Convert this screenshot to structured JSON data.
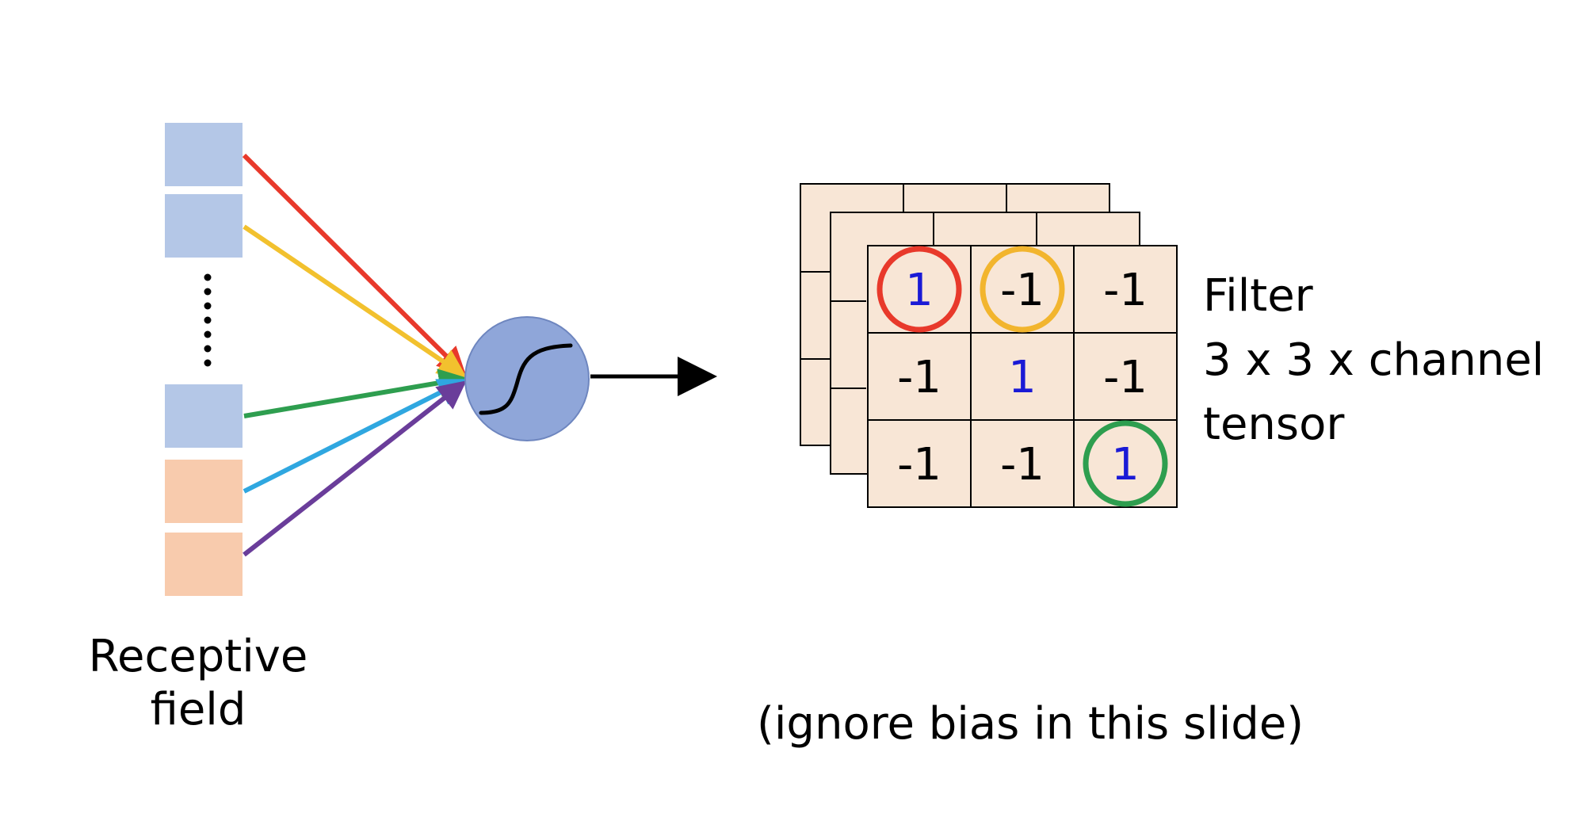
{
  "receptive_field": {
    "label_line1": "Receptive",
    "label_line2": "field",
    "blocks": [
      {
        "color": "#b4c7e7"
      },
      {
        "color": "#b4c7e7"
      },
      {
        "color": "#b4c7e7"
      },
      {
        "color": "#f8cbad"
      },
      {
        "color": "#f8cbad"
      }
    ]
  },
  "connections": [
    {
      "color": "#e8392b"
    },
    {
      "color": "#f2c12e"
    },
    {
      "color": "#2e9e4f"
    },
    {
      "color": "#2fa7e0"
    },
    {
      "color": "#6a3d9a"
    }
  ],
  "neuron": {
    "fill": "#8fa6d9",
    "icon": "sigmoid-icon"
  },
  "filter": {
    "cell_fill": "#f8e6d6",
    "grid": [
      [
        "1",
        "-1",
        "-1"
      ],
      [
        "-1",
        "1",
        "-1"
      ],
      [
        "-1",
        "-1",
        "1"
      ]
    ],
    "highlight_color": "#1a1ad6",
    "circles": [
      {
        "row": 0,
        "col": 0,
        "color": "#e8392b"
      },
      {
        "row": 0,
        "col": 1,
        "color": "#f2b52e"
      },
      {
        "row": 2,
        "col": 2,
        "color": "#2e9e4f"
      }
    ],
    "caption_line1": "Filter",
    "caption_line2": "3 x 3 x channel",
    "caption_line3": "tensor"
  },
  "footnote": "(ignore bias in this slide)"
}
